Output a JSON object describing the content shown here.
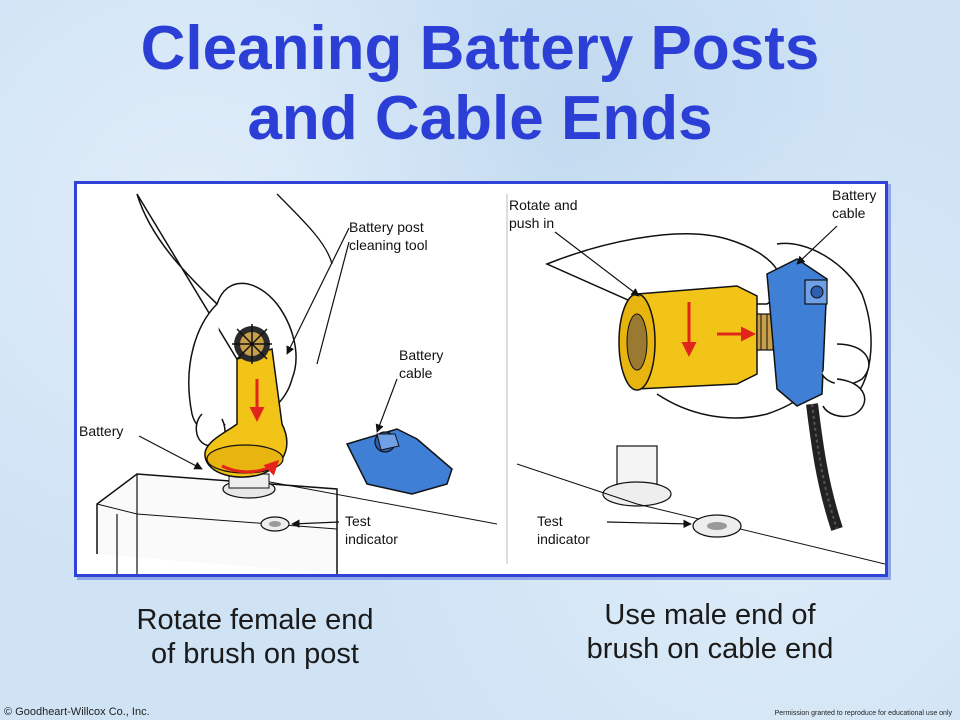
{
  "title": {
    "line1": "Cleaning Battery Posts",
    "line2": "and Cable Ends"
  },
  "figure": {
    "left": {
      "tool_label_1": "Battery post",
      "tool_label_2": "cleaning tool",
      "cable_label_1": "Battery",
      "cable_label_2": "cable",
      "battery_label": "Battery",
      "test_label_1": "Test",
      "test_label_2": "indicator"
    },
    "right": {
      "rotate_label_1": "Rotate and",
      "rotate_label_2": "push in",
      "cable_label_1": "Battery",
      "cable_label_2": "cable",
      "test_label_1": "Test",
      "test_label_2": "indicator"
    },
    "colors": {
      "tool": "#f2c418",
      "clamp": "#3f7fd6",
      "arrow": "#e2251b"
    }
  },
  "captions": {
    "left_line1": "Rotate female end",
    "left_line2": "of brush on post",
    "right_line1": "Use male end of",
    "right_line2": "brush on cable end"
  },
  "footer": {
    "copyright": "© Goodheart-Willcox Co., Inc.",
    "permission": "Permission granted to reproduce for educational use only"
  }
}
